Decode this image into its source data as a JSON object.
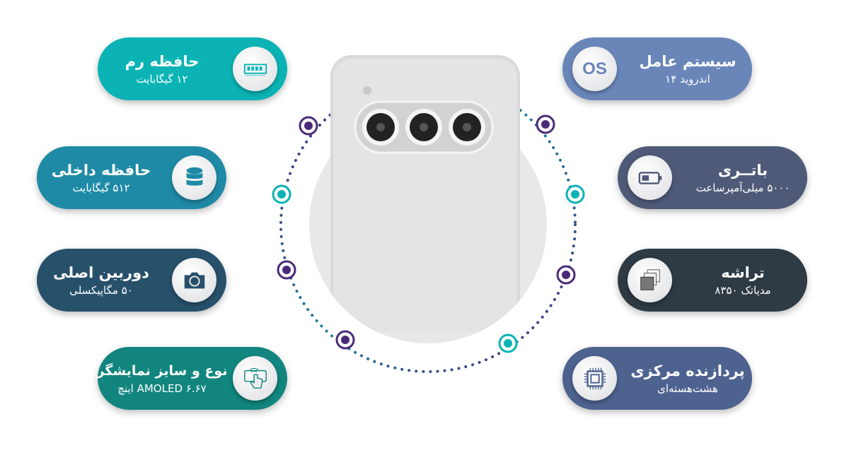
{
  "colors": {
    "ram": "#0bb3b5",
    "storage": "#1f8aa6",
    "camera": "#27506b",
    "display": "#11857e",
    "os": "#6a86b9",
    "battery": "#4f5a78",
    "chip": "#2e3a44",
    "cpu": "#4e6290",
    "purple": "#4a2a78",
    "teal": "#0bb3b5"
  },
  "specs": {
    "ram": {
      "title": "حافظه رم",
      "value": "۱۲ گیگابایت",
      "icon": "ram-icon"
    },
    "storage": {
      "title": "حافظه داخلی",
      "value": "۵۱۲ گیگابایت",
      "icon": "database-icon"
    },
    "camera": {
      "title": "دوربین اصلی",
      "value": "۵۰ مگاپیکسلی",
      "icon": "camera-icon"
    },
    "display": {
      "title": "نوع و سایز نمایشگر",
      "value": "۶.۶۷ AMOLED اینچ",
      "icon": "touch-screen-icon"
    },
    "os": {
      "title": "سیستم عامل",
      "value": "اندروید ۱۴",
      "icon": "os-icon",
      "icon_text": "OS"
    },
    "battery": {
      "title": "باتــری",
      "value": "۵۰۰۰ میلی‌آمپرساعت",
      "icon": "battery-icon"
    },
    "chip": {
      "title": "تراشه",
      "value": "مدیاتک ۸۳۵۰",
      "icon": "chip-layers-icon"
    },
    "cpu": {
      "title": "پردازنده مرکزی",
      "value": "هشت‌هسته‌ای",
      "icon": "cpu-icon"
    }
  }
}
